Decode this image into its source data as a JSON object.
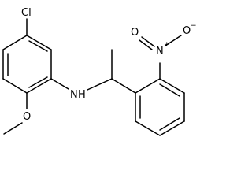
{
  "molecule": {
    "atoms": {
      "cl": "Cl",
      "nh_n": "N",
      "nh_h": "H",
      "o_methoxy": "O",
      "n_nitro": "N",
      "n_charge": "+",
      "o_nitro_top": "O",
      "o_nitro_charge": "−",
      "o_nitro_bottom": "O"
    }
  }
}
